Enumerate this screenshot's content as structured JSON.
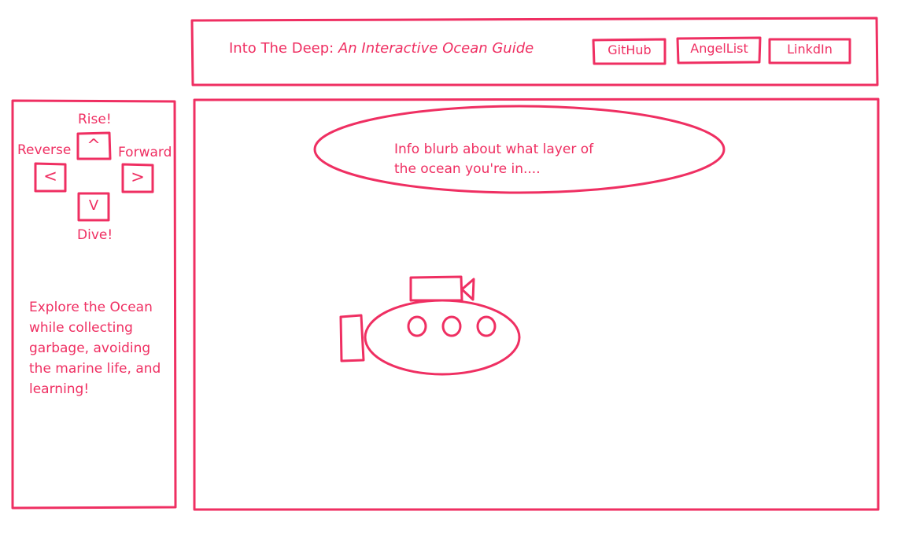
{
  "header": {
    "title_plain": "Into The Deep: ",
    "title_italic": "An Interactive Ocean Guide",
    "links": [
      {
        "label": "GitHub",
        "icon": ""
      },
      {
        "label": "AngelList",
        "icon": ""
      },
      {
        "label": "LinkdIn",
        "icon": ""
      }
    ]
  },
  "controls": {
    "rise_label": "Rise!",
    "reverse_label": "Reverse",
    "forward_label": "Forward",
    "dive_label": "Dive!",
    "up_symbol": "^",
    "left_symbol": "<",
    "right_symbol": ">",
    "down_symbol": "V"
  },
  "sidebar": {
    "description": "Explore the Ocean while collecting garbage, avoiding the marine life, and learning!"
  },
  "main": {
    "info_blurb": "Info blurb about what layer of the ocean you're in....",
    "submarine_icon": "submarine-icon"
  },
  "theme": {
    "stroke_color": "#ef2f62",
    "background": "#ffffff"
  }
}
